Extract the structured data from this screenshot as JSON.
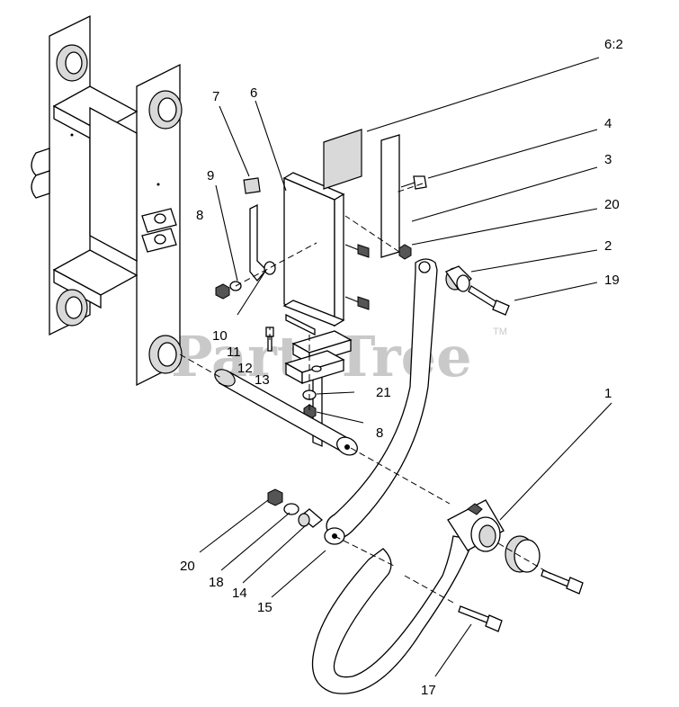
{
  "watermark": "PartsTree",
  "watermark_tm": "TM",
  "callouts": [
    "6:2",
    "7",
    "6",
    "4",
    "3",
    "20",
    "2",
    "19",
    "9",
    "8",
    "10",
    "11",
    "12",
    "13",
    "21",
    "8",
    "1",
    "20",
    "18",
    "14",
    "15",
    "17"
  ]
}
